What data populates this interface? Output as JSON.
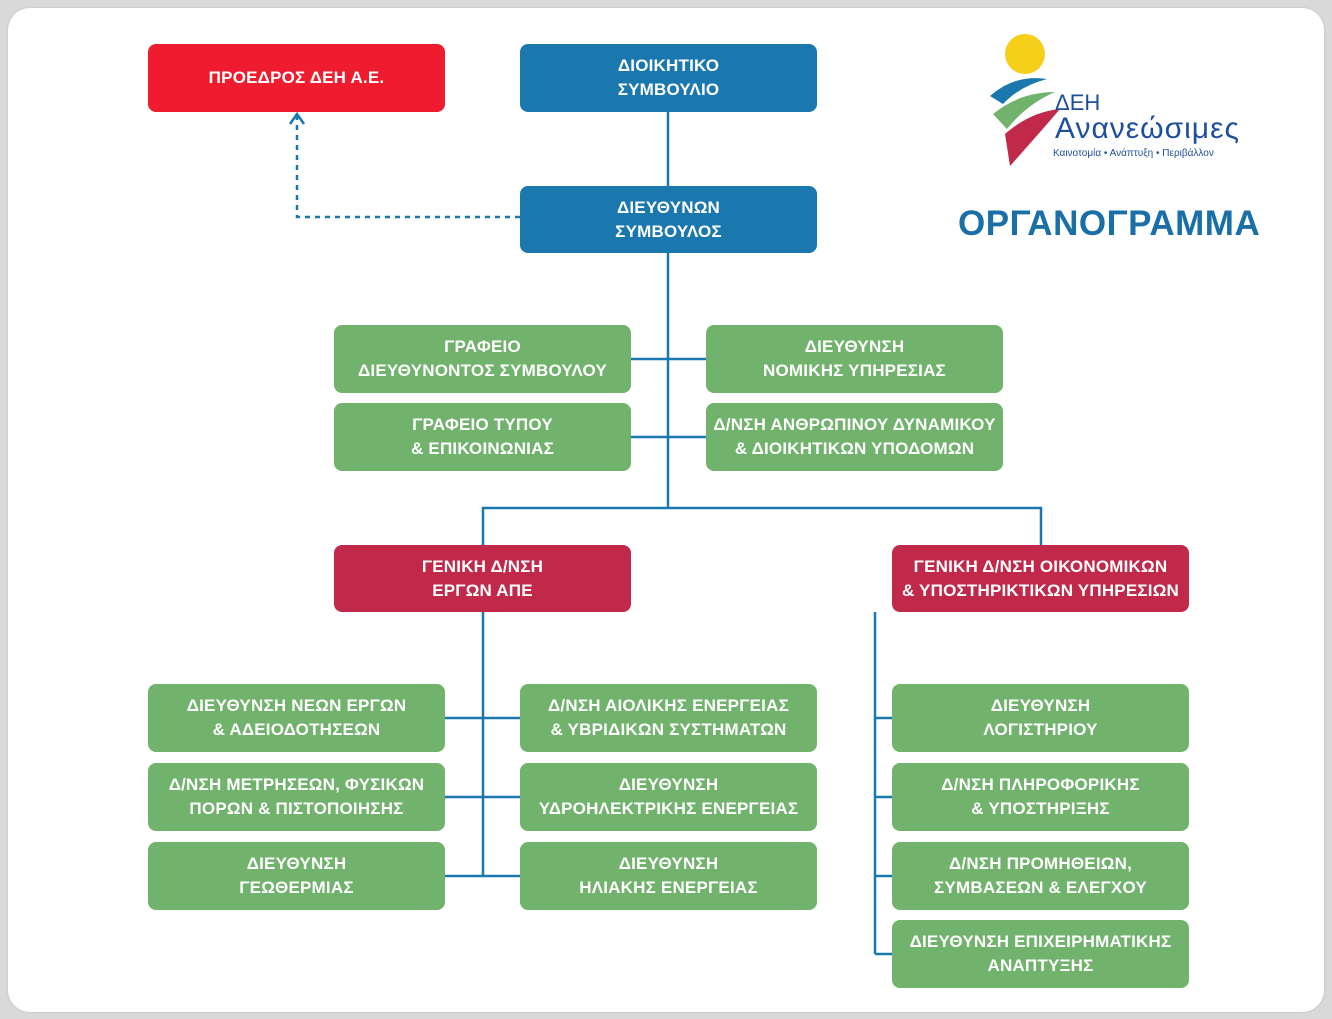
{
  "title": "ΟΡΓΑΝΟΓΡΑΜΜΑ",
  "logo": {
    "name_line1": "ΔΕΗ",
    "name_line2": "Ανανεώσιμες",
    "tagline": "Καινοτομία • Ανάπτυξη • Περιβάλλον"
  },
  "colors": {
    "chairman": "#ee1c2e",
    "top_management": "#1a78ae",
    "general_directorate": "#c1294a",
    "directorate": "#71b26c",
    "connector": "#1a78ae",
    "title": "#1a70a6"
  },
  "nodes": {
    "chairman": [
      "ΠΡΟΕΔΡΟΣ ΔΕΗ Α.Ε."
    ],
    "board": [
      "ΔΙΟΙΚΗΤΙΚΟ",
      "ΣΥΜΒΟΥΛΙΟ"
    ],
    "ceo": [
      "ΔΙΕΥΘΥΝΩΝ",
      "ΣΥΜΒΟΥΛΟΣ"
    ],
    "ceo_office": [
      "ΓΡΑΦΕΙΟ",
      "ΔΙΕΥΘΥΝΟΝΤΟΣ ΣΥΜΒΟΥΛΟΥ"
    ],
    "legal": [
      "ΔΙΕΥΘΥΝΣΗ",
      "ΝΟΜΙΚΗΣ ΥΠΗΡΕΣΙΑΣ"
    ],
    "press": [
      "ΓΡΑΦΕΙΟ ΤΥΠΟΥ",
      "& ΕΠΙΚΟΙΝΩΝΙΑΣ"
    ],
    "hr": [
      "Δ/ΝΣΗ ΑΝΘΡΩΠΙΝΟΥ ΔΥΝΑΜΙΚΟΥ",
      "& ΔΙΟΙΚΗΤΙΚΩΝ ΥΠΟΔΟΜΩΝ"
    ],
    "gd_res": [
      "ΓΕΝΙΚΗ Δ/ΝΣΗ",
      "ΕΡΓΩΝ ΑΠΕ"
    ],
    "gd_fin": [
      "ΓΕΝΙΚΗ Δ/ΝΣΗ ΟΙΚΟΝΟΜΙΚΩΝ",
      "& ΥΠΟΣΤΗΡΙΚΤΙΚΩΝ ΥΠΗΡΕΣΙΩΝ"
    ],
    "new_projects": [
      "ΔΙΕΥΘΥΝΣΗ ΝΕΩΝ ΕΡΓΩΝ",
      "& ΑΔΕΙΟΔΟΤΗΣΕΩΝ"
    ],
    "measurements": [
      "Δ/ΝΣΗ ΜΕΤΡΗΣΕΩΝ, ΦΥΣΙΚΩΝ",
      "ΠΟΡΩΝ & ΠΙΣΤΟΠΟΙΗΣΗΣ"
    ],
    "geothermal": [
      "ΔΙΕΥΘΥΝΣΗ",
      "ΓΕΩΘΕΡΜΙΑΣ"
    ],
    "wind": [
      "Δ/ΝΣΗ ΑΙΟΛΙΚΗΣ ΕΝΕΡΓΕΙΑΣ",
      "& ΥΒΡΙΔΙΚΩΝ ΣΥΣΤΗΜΑΤΩΝ"
    ],
    "hydro": [
      "ΔΙΕΥΘΥΝΣΗ",
      "ΥΔΡΟΗΛΕΚΤΡΙΚΗΣ ΕΝΕΡΓΕΙΑΣ"
    ],
    "solar": [
      "ΔΙΕΥΘΥΝΣΗ",
      "ΗΛΙΑΚΗΣ ΕΝΕΡΓΕΙΑΣ"
    ],
    "accounting": [
      "ΔΙΕΥΘΥΝΣΗ",
      "ΛΟΓΙΣΤΗΡΙΟΥ"
    ],
    "it": [
      "Δ/ΝΣΗ ΠΛΗΡΟΦΟΡΙΚΗΣ",
      "& ΥΠΟΣΤΗΡΙΞΗΣ"
    ],
    "procurement": [
      "Δ/ΝΣΗ ΠΡΟΜΗΘΕΙΩΝ,",
      "ΣΥΜΒΑΣΕΩΝ & ΕΛΕΓΧΟΥ"
    ],
    "business_dev": [
      "ΔΙΕΥΘΥΝΣΗ ΕΠΙΧΕΙΡΗΜΑΤΙΚΗΣ",
      "ΑΝΑΠΤΥΞΗΣ"
    ]
  }
}
